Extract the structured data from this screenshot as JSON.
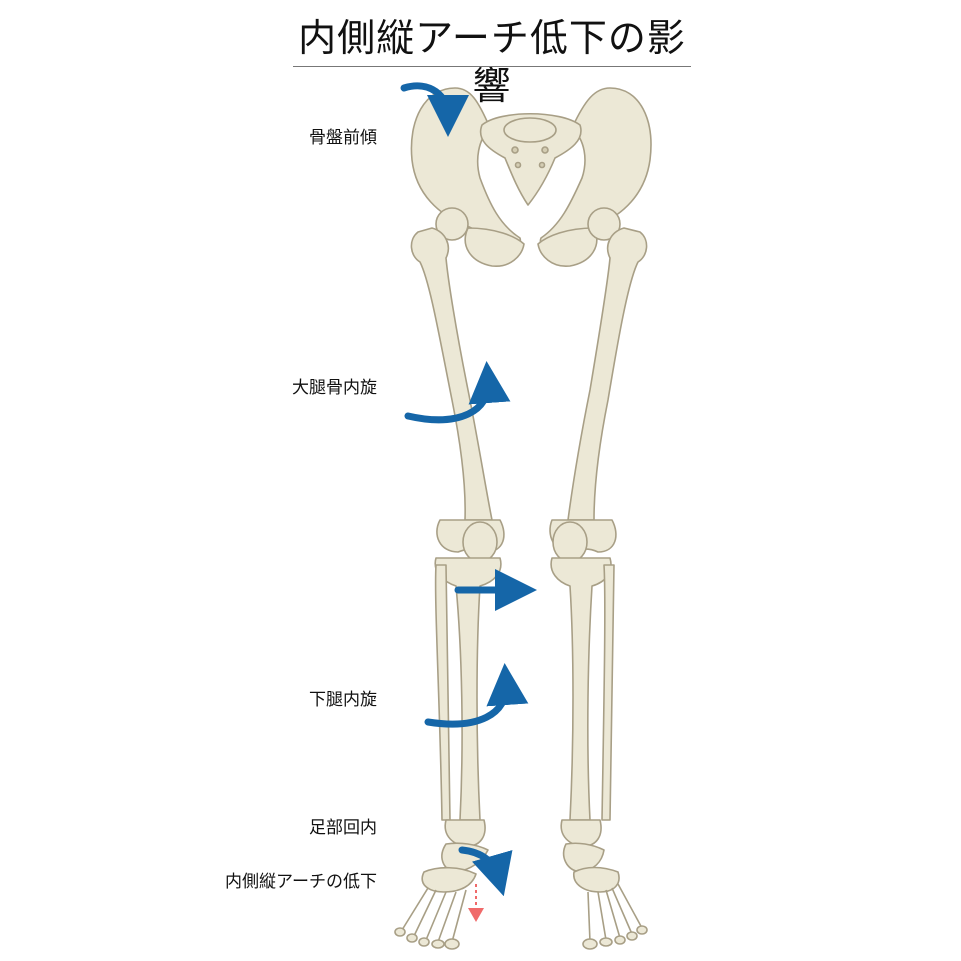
{
  "title": "内側縦アーチ低下の影響",
  "labels": {
    "pelvis": "骨盤前傾",
    "femur": "大腿骨内旋",
    "tibia": "下腿内旋",
    "foot": "足部回内",
    "arch": "内側縦アーチの低下"
  },
  "colors": {
    "bone_fill": "#ece8d6",
    "bone_stroke": "#a89f86",
    "arrow": "#1566a8",
    "arch_arrow": "#f06a6a"
  }
}
